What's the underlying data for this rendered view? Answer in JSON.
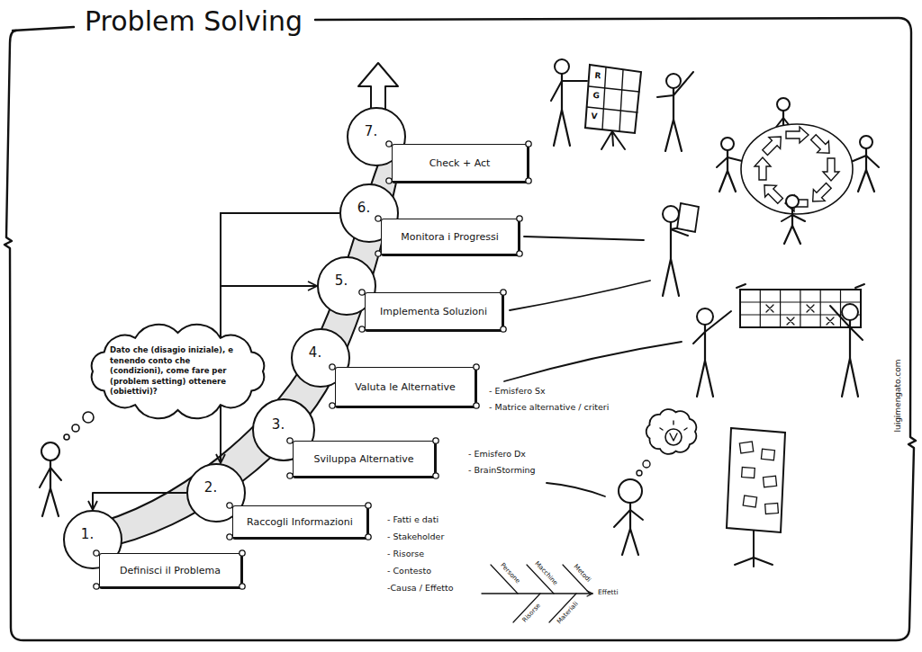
{
  "diagram": {
    "title": "Problem Solving",
    "nodes": [
      {
        "text": [
          "Dato che (disagio iniziale), e tenendo conto che (condizioni), come fare per (problem setting) ottenere (obiettivi)?"
        ]
      },
      {
        "text": [
          "1."
        ]
      },
      {
        "text": [
          "Definisci il Problema"
        ]
      },
      {
        "text": [
          "2."
        ]
      },
      {
        "text": [
          "Raccogli Informazioni"
        ]
      },
      {
        "text": [
          "3."
        ]
      },
      {
        "text": [
          "Sviluppa Alternative"
        ]
      },
      {
        "text": [
          "4."
        ]
      },
      {
        "text": [
          "Valuta le Alternative"
        ]
      },
      {
        "text": [
          "5."
        ]
      },
      {
        "text": [
          "Implementa Soluzioni"
        ]
      },
      {
        "text": [
          "6."
        ]
      },
      {
        "text": [
          "Monitora i Progressi"
        ]
      },
      {
        "text": [
          "7."
        ]
      },
      {
        "text": [
          "Check + Act"
        ]
      }
    ],
    "edges": [
      {
        "from": 11,
        "to": 3,
        "arrow": "to"
      },
      {
        "from": 11,
        "to": 9,
        "arrow": "to"
      },
      {
        "from": 3,
        "to": 1,
        "arrow": "to"
      }
    ],
    "labels": [
      "- Emisfero Sx",
      "- Matrice alternative / criteri",
      "- Emisfero Dx",
      "- BrainStorming",
      "- Fatti e dati",
      "- Stakeholder",
      "- Risorse",
      "- Contesto",
      "-Causa / Effetto",
      "Persone",
      "Macchine",
      "Metodi",
      "Risorse",
      "Materiali",
      "Effetti",
      "R",
      "G",
      "V",
      "luigimengato.com"
    ]
  }
}
